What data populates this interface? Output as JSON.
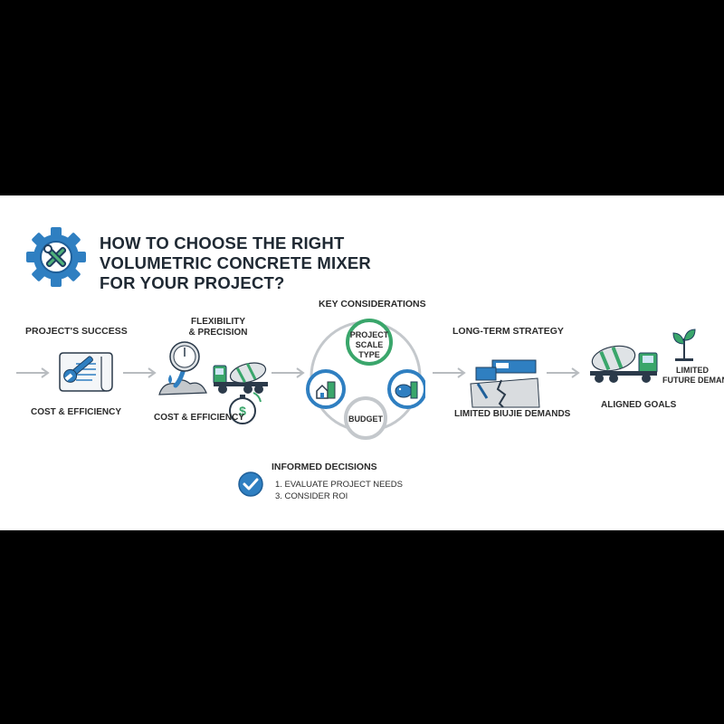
{
  "header": {
    "title_lines": [
      "HOW TO CHOOSE THE RIGHT",
      "VOLUMETRIC CONCRETE MIXER",
      "FOR YOUR PROJECT?"
    ],
    "logo_icon": "gear-wrench-icon"
  },
  "stages": {
    "success": {
      "top": "PROJECT'S SUCCESS",
      "bottom": "COST & EFFICIENCY"
    },
    "flexibility": {
      "top_lines": [
        "FLEXIBILITY",
        "& PRECISION"
      ],
      "bottom": "COST & EFFICIENCY"
    },
    "considerations": {
      "heading": "KEY CONSIDERATIONS",
      "top_circle_lines": [
        "PROJECT",
        "SCALE",
        "TYPE"
      ],
      "bottom_circle": "BUDGET"
    },
    "strategy": {
      "top": "LONG-TERM STRATEGY",
      "bottom": "LIMITED BIUJIE DEMANDS"
    },
    "goals": {
      "bottom": "ALIGNED GOALS",
      "side_lines": [
        "LIMITED",
        "FUTURE DEMANDS"
      ]
    }
  },
  "decisions": {
    "heading": "INFORMED DECISIONS",
    "steps": [
      "1.  EVALUATE PROJECT NEEDS",
      "3.  CONSIDER ROI"
    ]
  },
  "colors": {
    "blue": "#2f7fc1",
    "dark_blue": "#1f5f99",
    "green": "#3aa66b",
    "gray": "#b8bcc0",
    "text": "#1f2933"
  }
}
